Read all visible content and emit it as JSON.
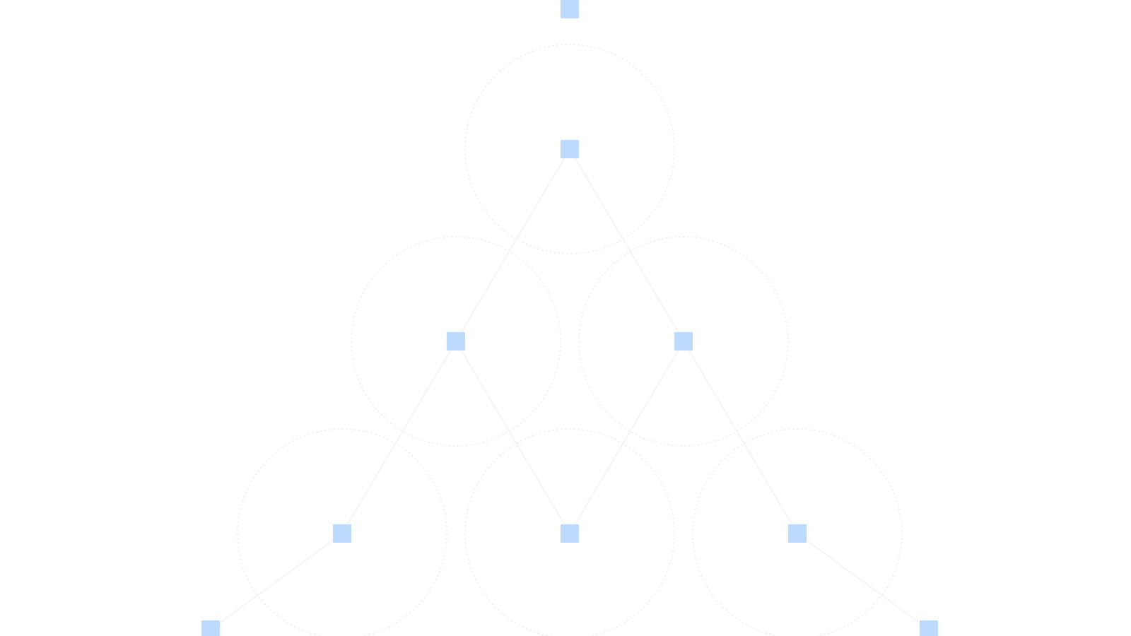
{
  "diagram": {
    "colors": {
      "background": "#ffffff",
      "node": "#bbdafc",
      "circle_stroke": "#f2f2f2",
      "connector_stroke": "#f4f4f4"
    },
    "nodes": [
      {
        "id": "apex"
      },
      {
        "id": "top"
      },
      {
        "id": "mid-left"
      },
      {
        "id": "mid-right"
      },
      {
        "id": "bottom-left"
      },
      {
        "id": "bottom-center"
      },
      {
        "id": "bottom-right"
      },
      {
        "id": "base-left"
      },
      {
        "id": "base-right"
      }
    ],
    "circles": [
      {
        "center": "top"
      },
      {
        "center": "mid-left"
      },
      {
        "center": "mid-right"
      },
      {
        "center": "bottom-left"
      },
      {
        "center": "bottom-center"
      },
      {
        "center": "bottom-right"
      }
    ],
    "edges": [
      {
        "from": "top",
        "to": "mid-left"
      },
      {
        "from": "top",
        "to": "mid-right"
      },
      {
        "from": "mid-left",
        "to": "bottom-left"
      },
      {
        "from": "mid-left",
        "to": "bottom-center"
      },
      {
        "from": "mid-right",
        "to": "bottom-center"
      },
      {
        "from": "mid-right",
        "to": "bottom-right"
      },
      {
        "from": "bottom-left",
        "to": "base-left"
      },
      {
        "from": "bottom-right",
        "to": "base-right"
      }
    ]
  }
}
